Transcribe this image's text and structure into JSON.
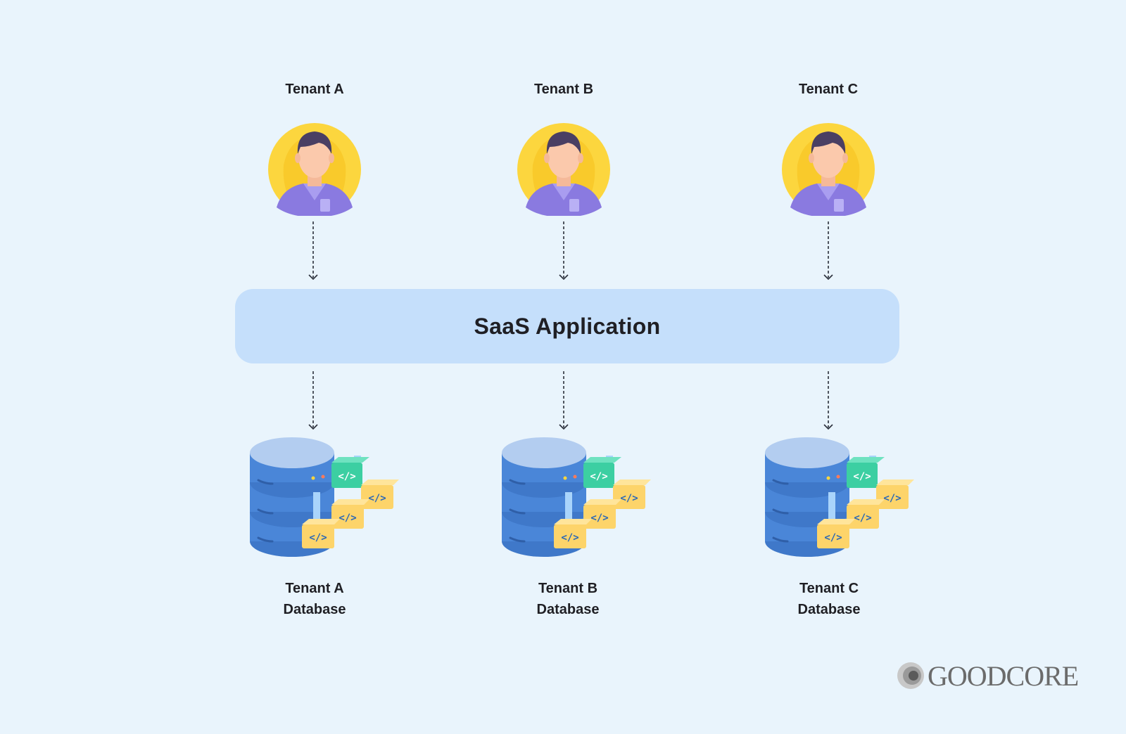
{
  "tenants": [
    {
      "label": "Tenant A",
      "db_line1": "Tenant A",
      "db_line2": "Database"
    },
    {
      "label": "Tenant B",
      "db_line1": "Tenant B",
      "db_line2": "Database"
    },
    {
      "label": "Tenant C",
      "db_line1": "Tenant C",
      "db_line2": "Database"
    }
  ],
  "app": {
    "title": "SaaS Application"
  },
  "logo": {
    "text": "GOODCORE"
  },
  "colors": {
    "background": "#e9f4fc",
    "app_box": "#c5dffb",
    "avatar_bg": "#fcd63e",
    "shirt": "#8a7ae0",
    "db_blue": "#4a86d8",
    "db_top": "#b3cdf0",
    "folder_yellow": "#fdd46a",
    "folder_green": "#3ccfa2"
  },
  "icons": {
    "tenant": "person-avatar-icon",
    "database": "database-server-icon",
    "arrow": "dashed-arrow-down-icon",
    "logo": "goodcore-logo-icon"
  }
}
